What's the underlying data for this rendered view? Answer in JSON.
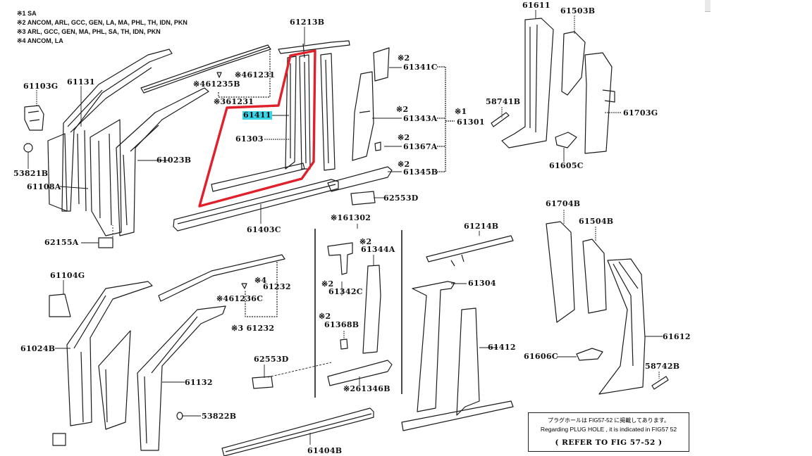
{
  "applicability_notes": [
    {
      "mark": "※1",
      "text": "SA"
    },
    {
      "mark": "※2",
      "text": "ANCOM, ARL, GCC, GEN, LA, MA, PHL, TH, IDN, PKN"
    },
    {
      "mark": "※3",
      "text": "ARL, GCC, GEN, MA, PHL, SA, TH, IDN, PKN"
    },
    {
      "mark": "※4",
      "text": "ANCOM, LA"
    }
  ],
  "parts": {
    "p61103G": "61103G",
    "p61131": "61131",
    "p53821B": "53821B",
    "p61108A": "61108A",
    "p61023B": "61023B",
    "p62155A": "62155A",
    "p61213B": "61213B",
    "p61231_4": "※461231",
    "p61235B": "※461235B",
    "p61231_3": "※361231",
    "p61411": "61411",
    "p61303": "61303",
    "p61403C": "61403C",
    "p61341C_note": "※2",
    "p61341C": "61341C",
    "p61343A_note": "※2",
    "p61343A": "61343A",
    "p61367A_note": "※2",
    "p61367A": "61367A",
    "p61345B_note": "※2",
    "p61345B": "61345B",
    "p61301_note": "※1",
    "p61301": "61301",
    "p62553D_top": "62553D",
    "p61611": "61611",
    "p61503B": "61503B",
    "p58741B": "58741B",
    "p61703G": "61703G",
    "p61605C": "61605C",
    "p61104G": "61104G",
    "p61024B": "61024B",
    "p61232_4_note": "※4",
    "p61232_4": "61232",
    "p61236C": "※461236C",
    "p61232_3": "※3 61232",
    "p61132": "61132",
    "p53822B": "53822B",
    "p62553D_bottom": "62553D",
    "p61404B": "61404B",
    "p61302": "※161302",
    "p61344A_note": "※2",
    "p61344A": "61344A",
    "p61342C_note": "※2",
    "p61342C": "61342C",
    "p61368B_note": "※2",
    "p61368B": "61368B",
    "p61346B": "※261346B",
    "p61214B": "61214B",
    "p61304": "61304",
    "p61412": "61412",
    "p61704B": "61704B",
    "p61504B": "61504B",
    "p61612": "61612",
    "p61606C": "61606C",
    "p58742B": "58742B"
  },
  "highlighted_part": "61411",
  "reference_box": {
    "japanese": "プラグホールは FIG57-52 に掲載してあります。",
    "english": "Regarding PLUG HOLE , it is indicated in FIG57  52",
    "refer": "( REFER TO FIG 57-52 )"
  },
  "colors": {
    "selection_outline": "#e0202a",
    "highlight": "#39d4e6",
    "line": "#1a1a1a"
  }
}
